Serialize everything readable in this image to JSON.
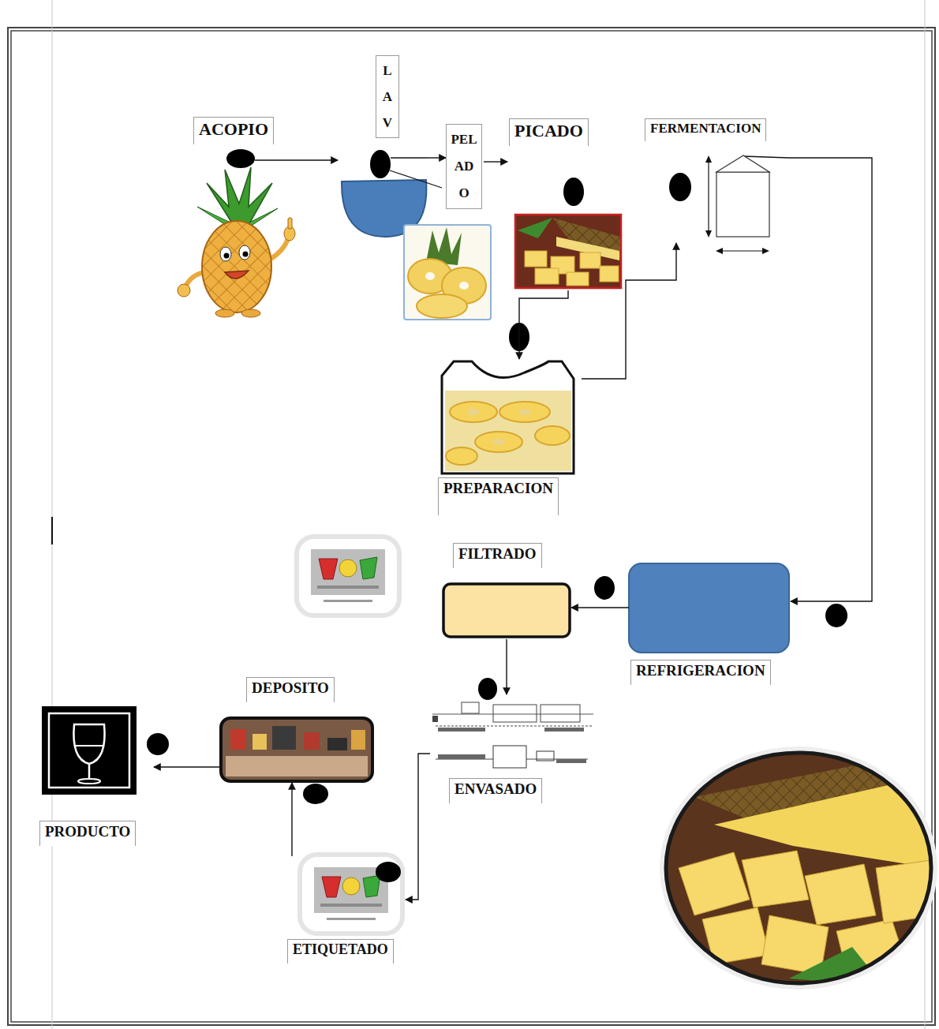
{
  "diagram": {
    "nodes": [
      {
        "text": [
          "ACOPIO"
        ]
      },
      {
        "text": [
          "L A V"
        ]
      },
      {
        "text": [
          "PEL AD O"
        ]
      },
      {
        "text": [
          "PICADO"
        ]
      },
      {
        "text": [
          "PREPARACION"
        ]
      },
      {
        "text": [
          "FERMENTACION"
        ]
      },
      {
        "text": [
          "REFRIGERACION"
        ]
      },
      {
        "text": [
          "FILTRADO"
        ]
      },
      {
        "text": [
          "ENVASADO"
        ]
      },
      {
        "text": [
          "ETIQUETADO"
        ]
      },
      {
        "text": [
          "DEPOSITO"
        ]
      },
      {
        "text": [
          "PRODUCTO"
        ]
      }
    ],
    "edges": [
      {
        "from": 0,
        "to": 1,
        "arrow": "to"
      },
      {
        "from": 1,
        "to": 2,
        "arrow": "to"
      },
      {
        "from": 2,
        "to": 3,
        "arrow": "to"
      },
      {
        "from": 3,
        "to": 4,
        "arrow": "to"
      },
      {
        "from": 4,
        "to": 5,
        "arrow": "to"
      },
      {
        "from": 5,
        "to": 6,
        "arrow": "to"
      },
      {
        "from": 6,
        "to": 7,
        "arrow": "to"
      },
      {
        "from": 7,
        "to": 8,
        "arrow": "to"
      },
      {
        "from": 8,
        "to": 9,
        "arrow": "to"
      },
      {
        "from": 9,
        "to": 10,
        "arrow": "to"
      },
      {
        "from": 10,
        "to": 11,
        "arrow": "to"
      }
    ]
  }
}
